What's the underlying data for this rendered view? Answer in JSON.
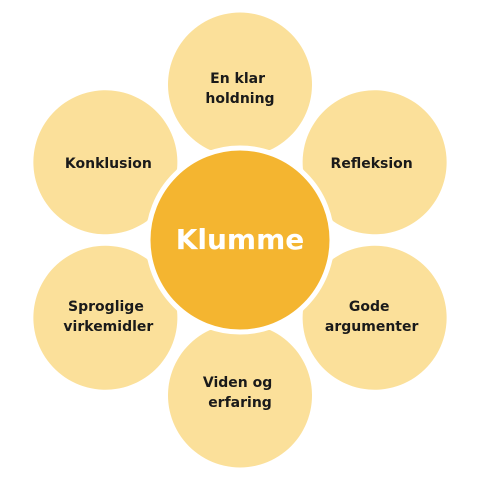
{
  "diagram": {
    "center": {
      "label": "Klumme"
    },
    "petals": [
      {
        "line1": "En klar",
        "line2": "holdning"
      },
      {
        "line1": "Refleksion",
        "line2": ""
      },
      {
        "line1": "Gode",
        "line2": "argumenter"
      },
      {
        "line1": "Viden og",
        "line2": "erfaring"
      },
      {
        "line1": "Sproglige",
        "line2": "virkemidler"
      },
      {
        "line1": "Konklusion",
        "line2": ""
      }
    ]
  },
  "colors": {
    "petal": "#fbe09a",
    "center": "#f4b530"
  }
}
